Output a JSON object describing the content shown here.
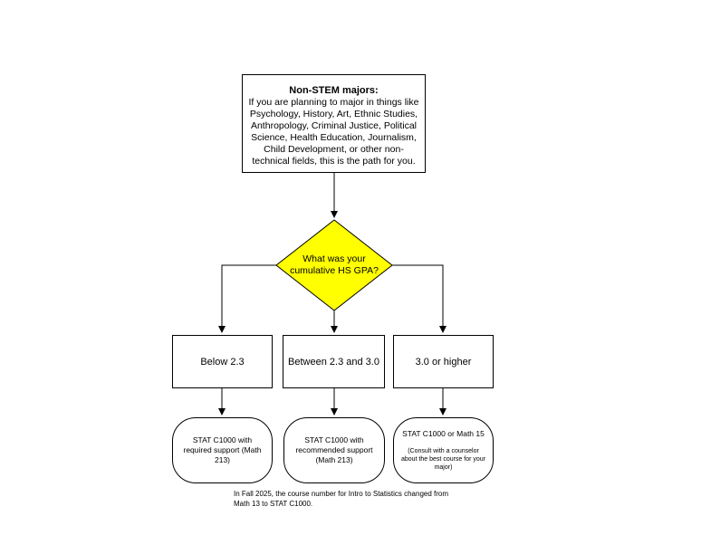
{
  "start": {
    "title": "Non-STEM majors:",
    "body": "If you are planning to major in things like Psychology, History, Art, Ethnic Studies, Anthropology, Criminal Justice, Political Science, Health Education, Journalism, Child Development, or other non-technical fields, this is the path for you."
  },
  "decision": {
    "line1": "What was your",
    "line2": "cumulative HS GPA?",
    "fill_color": "#ffff00"
  },
  "branches": [
    {
      "label": "Below 2.3",
      "outcome": "STAT C1000 with required support (Math 213)"
    },
    {
      "label": "Between 2.3 and 3.0",
      "outcome": "STAT C1000  with recommended support (Math 213)"
    },
    {
      "label": "3.0 or higher",
      "outcome": "STAT C1000  or Math 15",
      "outcome_note": "(Consult with a counselor about the best course for your major)"
    }
  ],
  "footnote": "In Fall 2025, the course number for Intro to Statistics changed from Math 13 to STAT C1000."
}
